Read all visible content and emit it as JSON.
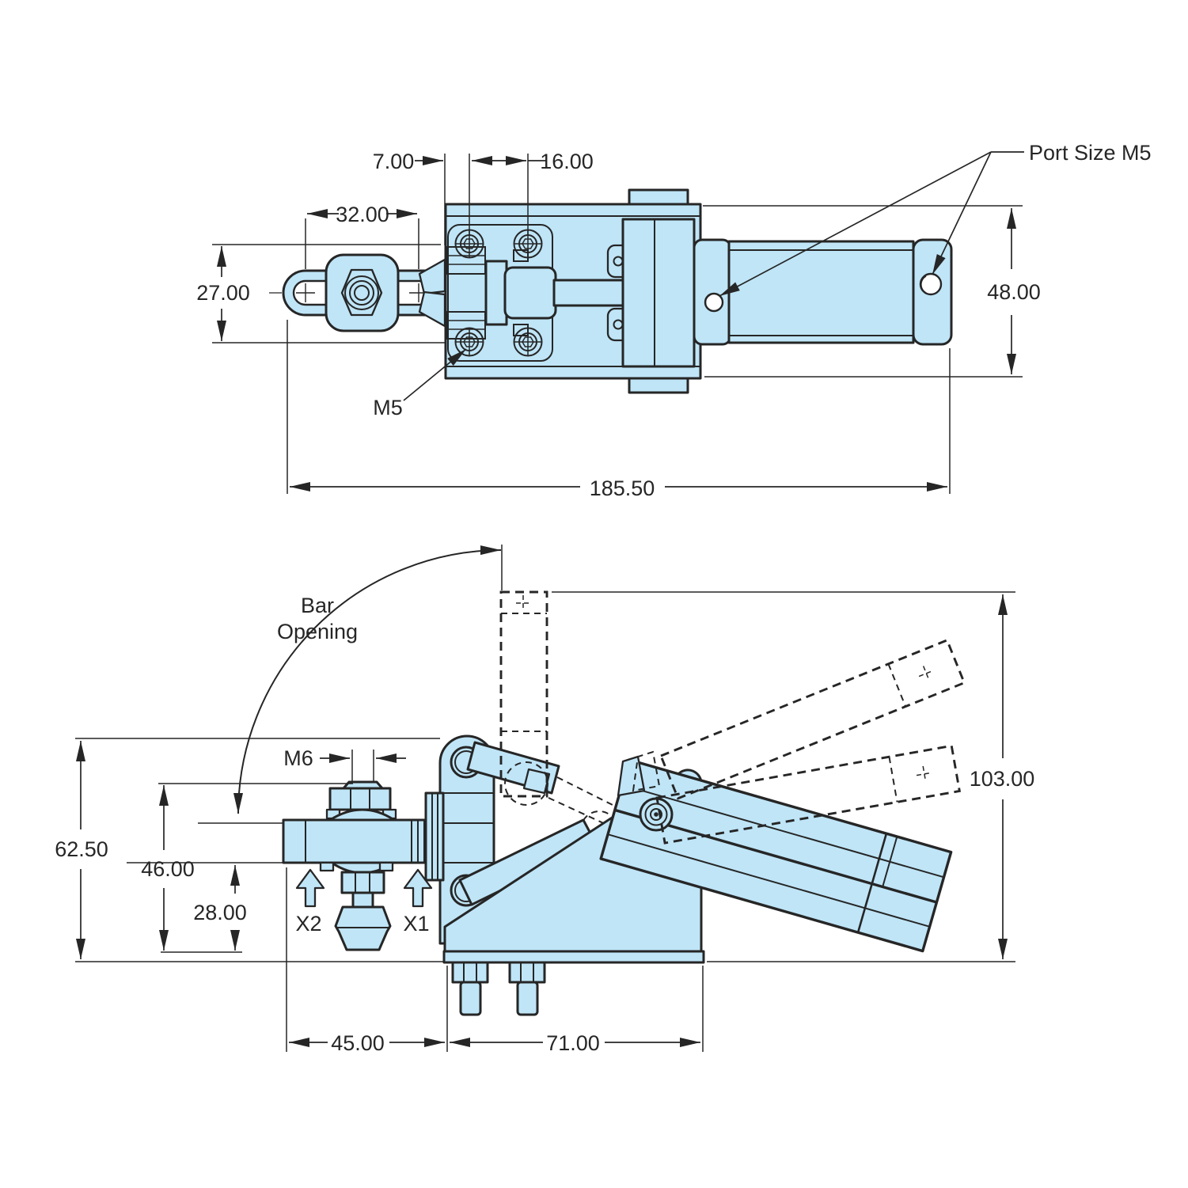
{
  "drawing": {
    "type": "engineering-dimension-drawing",
    "subject": "pneumatic toggle clamp, two orthographic views"
  },
  "colors": {
    "part_fill": "#bfe5f7",
    "line_color": "#262626",
    "background": "#ffffff"
  },
  "top_view": {
    "dim_edge_to_hole": "7.00",
    "dim_hole_spacing": "16.00",
    "dim_slot_length": "32.00",
    "dim_arm_width": "27.00",
    "dim_overall_length": "185.50",
    "dim_body_height": "48.00",
    "label_mount_thread": "M5",
    "label_port": "Port Size M5"
  },
  "side_view": {
    "label_bar_opening_line1": "Bar",
    "label_bar_opening_line2": "Opening",
    "label_spindle_thread": "M6",
    "dim_overall_height_left": "62.50",
    "dim_spindle_height": "46.00",
    "dim_arm_height": "28.00",
    "dim_arm_reach": "45.00",
    "dim_body_length": "71.00",
    "dim_open_height": "103.00",
    "label_sensor_x2": "X2",
    "label_sensor_x1": "X1"
  }
}
